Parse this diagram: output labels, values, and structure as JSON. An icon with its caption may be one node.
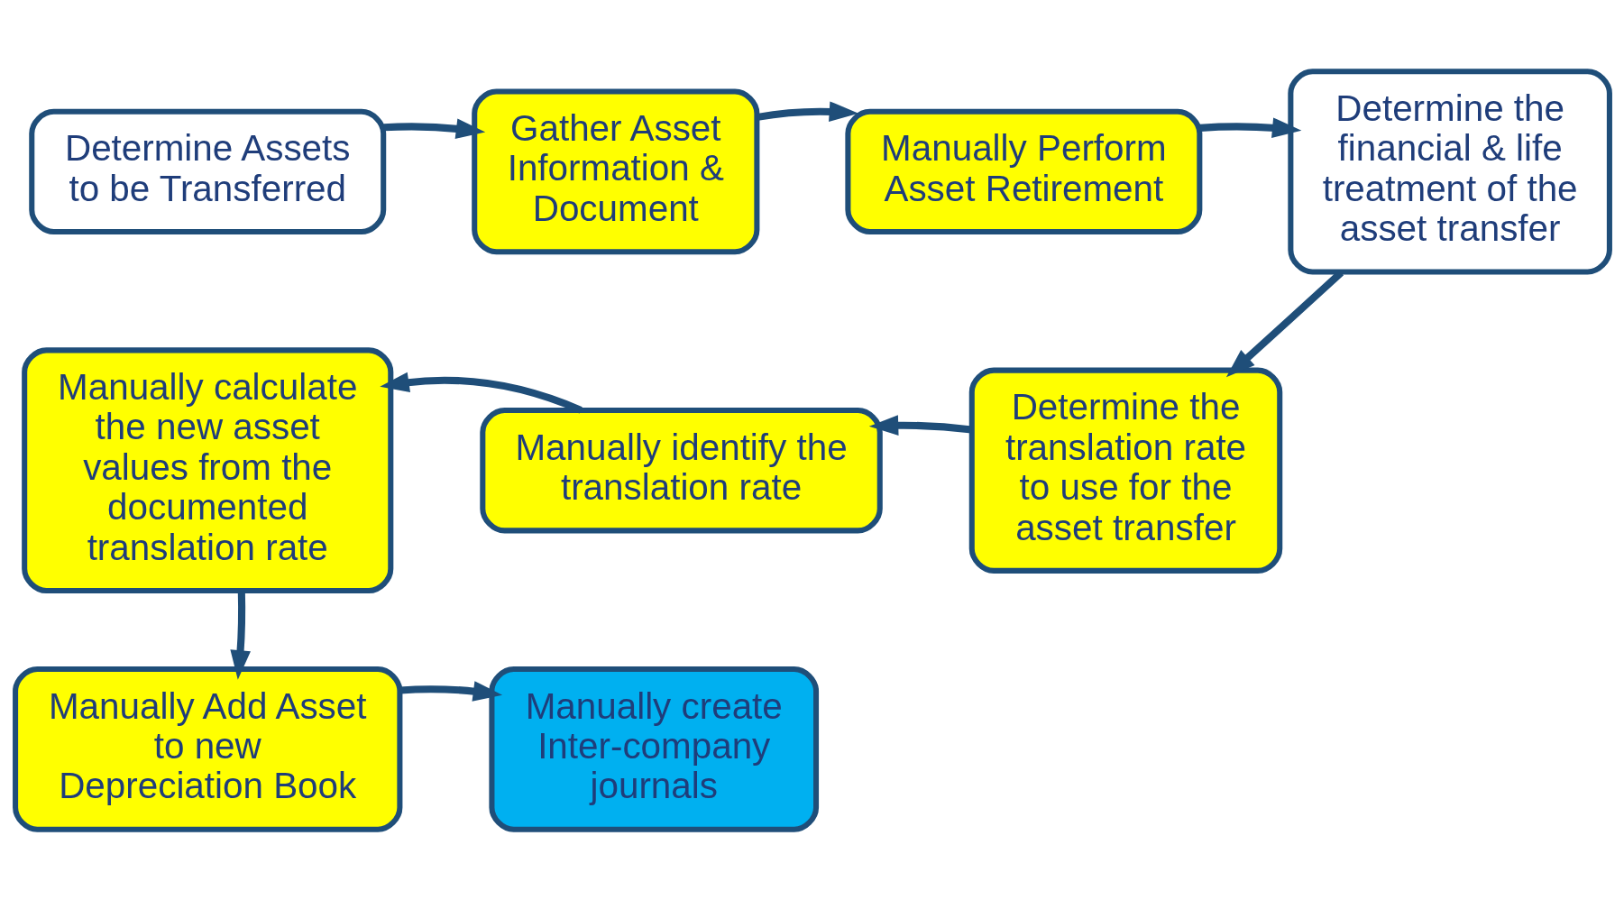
{
  "diagram": {
    "nodes": [
      {
        "text": [
          "Determine Assets to be Transferred"
        ]
      },
      {
        "text": [
          "Gather Asset Information & Document"
        ]
      },
      {
        "text": [
          "Manually Perform Asset Retirement"
        ]
      },
      {
        "text": [
          "Determine the financial & life treatment of the asset transfer"
        ]
      },
      {
        "text": [
          "Determine the translation rate to use for the asset transfer"
        ]
      },
      {
        "text": [
          "Manually identify the translation rate"
        ]
      },
      {
        "text": [
          "Manually calculate the new asset values from the documented translation rate"
        ]
      },
      {
        "text": [
          "Manually Add Asset to new Depreciation Book"
        ]
      },
      {
        "text": [
          "Manually create Inter-company journals"
        ]
      }
    ],
    "edges": [
      {
        "from": 0,
        "to": 1,
        "arrow": "to"
      },
      {
        "from": 1,
        "to": 2,
        "arrow": "to"
      },
      {
        "from": 2,
        "to": 3,
        "arrow": "to"
      },
      {
        "from": 3,
        "to": 4,
        "arrow": "to"
      },
      {
        "from": 4,
        "to": 5,
        "arrow": "to"
      },
      {
        "from": 5,
        "to": 6,
        "arrow": "to"
      },
      {
        "from": 6,
        "to": 7,
        "arrow": "to"
      },
      {
        "from": 7,
        "to": 8,
        "arrow": "to"
      }
    ]
  }
}
